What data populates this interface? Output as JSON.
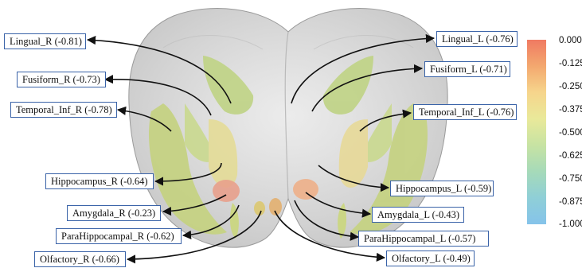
{
  "regions": [
    {
      "id": "lingual_r",
      "label": "Lingual_R (-0.81)"
    },
    {
      "id": "lingual_l",
      "label": "Lingual_L (-0.76)"
    },
    {
      "id": "fusiform_r",
      "label": "Fusiform_R (-0.73)"
    },
    {
      "id": "fusiform_l",
      "label": "Fusiform_L (-0.71)"
    },
    {
      "id": "temporal_inf_r",
      "label": "Temporal_Inf_R (-0.78)"
    },
    {
      "id": "temporal_inf_l",
      "label": "Temporal_Inf_L (-0.76)"
    },
    {
      "id": "hippocampus_r",
      "label": "Hippocampus_R (-0.64)"
    },
    {
      "id": "hippocampus_l",
      "label": "Hippocampus_L (-0.59)"
    },
    {
      "id": "amygdala_r",
      "label": "Amygdala_R (-0.23)"
    },
    {
      "id": "amygdala_l",
      "label": "Amygdala_L (-0.43)"
    },
    {
      "id": "parahippocampal_r",
      "label": "ParaHippocampal_R (-0.62)"
    },
    {
      "id": "parahippocampal_l",
      "label": "ParaHippocampal_L (-0.57)"
    },
    {
      "id": "olfactory_r",
      "label": "Olfactory_R (-0.66)"
    },
    {
      "id": "olfactory_l",
      "label": "Olfactory_L (-0.49)"
    }
  ],
  "colorbar": {
    "ticks": [
      "0.000",
      "-0.125",
      "-0.250",
      "-0.375",
      "-0.500",
      "-0.625",
      "-0.750",
      "-0.875",
      "-1.000"
    ],
    "colors": [
      "#f07a62",
      "#f3a86f",
      "#f6d58c",
      "#e9e99a",
      "#c7e3a3",
      "#a6dab9",
      "#8fcfd7",
      "#85c3ea"
    ]
  },
  "colors": {
    "label_border": "#3a63a8",
    "arrow": "#111111",
    "brain_shell": "#c9c9c9",
    "region_green": "#c4d27a"
  }
}
